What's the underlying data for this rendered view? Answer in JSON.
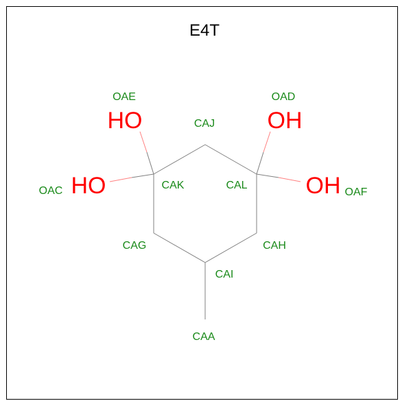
{
  "title": "E4T",
  "colors": {
    "atom_label": "#1a8a1a",
    "hydroxyl": "#ff0000",
    "carbon_bond": "#808080",
    "oxygen_bond": "#ff8080",
    "frame": "#000000"
  },
  "atoms": {
    "caj": "CAJ",
    "cak": "CAK",
    "cal": "CAL",
    "cag": "CAG",
    "cah": "CAH",
    "cai": "CAI",
    "caa": "CAA",
    "oae": "OAE",
    "oad": "OAD",
    "oac": "OAC",
    "oaf": "OAF"
  },
  "groups": {
    "oae_ho": "HO",
    "oad_oh": "OH",
    "oac_ho": "HO",
    "oaf_oh": "OH"
  }
}
